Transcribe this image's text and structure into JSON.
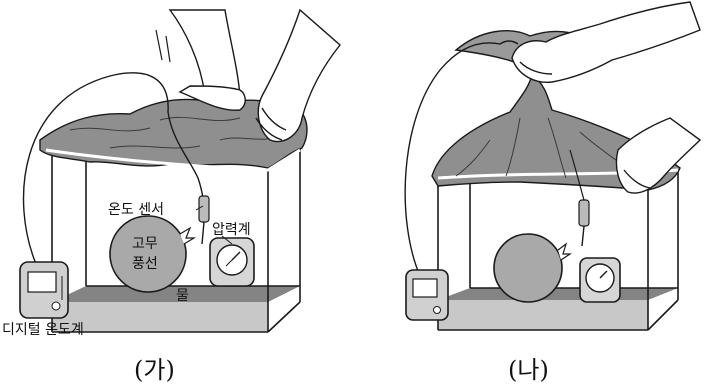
{
  "panels": [
    {
      "caption": "(가)",
      "labels": {
        "temperature_sensor": "온도 센서",
        "pressure_gauge": "압력계",
        "balloon_line1": "고무",
        "balloon_line2": "풍선",
        "water": "물",
        "digital_thermometer": "디지털 온도계"
      }
    },
    {
      "caption": "(나)"
    }
  ],
  "colors": {
    "ink": "#1a1a1a",
    "water": "#6f6f6f",
    "bag": "#8f8f8f",
    "balloon": "#a9a9a9"
  }
}
